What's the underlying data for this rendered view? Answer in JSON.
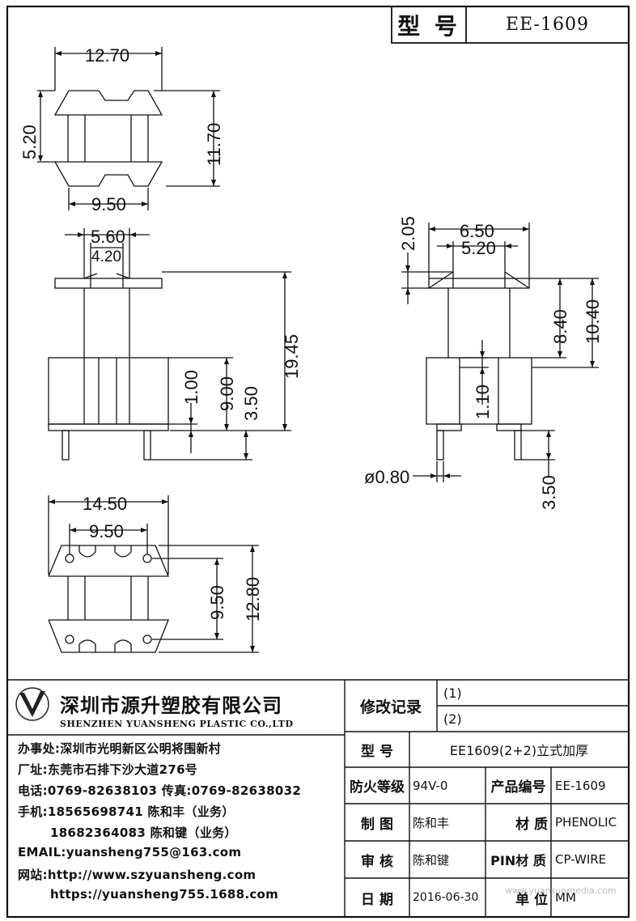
{
  "header": {
    "model_label": "型 号",
    "model_value": "EE-1609"
  },
  "dimensions": {
    "top_width": "12.70",
    "top_left_height": "5.20",
    "top_right_height": "11.70",
    "top_bottom_width": "9.50",
    "front_width_outer": "5.60",
    "front_width_inner": "4.20",
    "front_total_height": "19.45",
    "front_1": "1.00",
    "front_2": "9.00",
    "front_3": "3.50",
    "side_2_05": "2.05",
    "side_6_50": "6.50",
    "side_5_20": "5.20",
    "side_8_40": "8.40",
    "side_10_40": "10.40",
    "side_1_10": "1.10",
    "side_pin_dia": "ø0.80",
    "side_3_50": "3.50",
    "bottom_width": "14.50",
    "bottom_inner": "9.50",
    "bottom_h1": "9.50",
    "bottom_h2": "12.80"
  },
  "company": {
    "name_cn": "深圳市源升塑胶有限公司",
    "name_en": "SHENZHEN YUANSHENG PLASTIC CO.,LTD",
    "office": "办事处:深圳市光明新区公明将围新村",
    "factory": "厂址:东莞市石排下沙大道276号",
    "phone": "电话:0769-82638103 传真:0769-82638032",
    "mobile1": "手机:18565698741 陈和丰（业务）",
    "mobile2": "18682364083 陈和键（业务）",
    "email": "EMAIL:yuansheng755@163.com",
    "web1": "网站:http://www.szyuansheng.com",
    "web2": "https://yuansheng755.1688.com"
  },
  "titleblock": {
    "revision_label": "修改记录",
    "rev1": "(1)",
    "rev2": "(2)",
    "model_label": "型 号",
    "model_value": "EE1609(2+2)立式加厚",
    "fire_label": "防火等级",
    "fire_value": "94V-0",
    "product_no_label": "产品编号",
    "product_no_value": "EE-1609",
    "drawn_label": "制 图",
    "drawn_value": "陈和丰",
    "material_label": "材 质",
    "material_value": "PHENOLIC",
    "check_label": "审 核",
    "check_value": "陈和键",
    "pin_label": "PIN材 质",
    "pin_value": "CP-WIRE",
    "date_label": "日 期",
    "date_value": "2016-06-30",
    "unit_label": "单 位",
    "unit_value": "MM"
  },
  "watermark": "www.yuansunmedia.com"
}
